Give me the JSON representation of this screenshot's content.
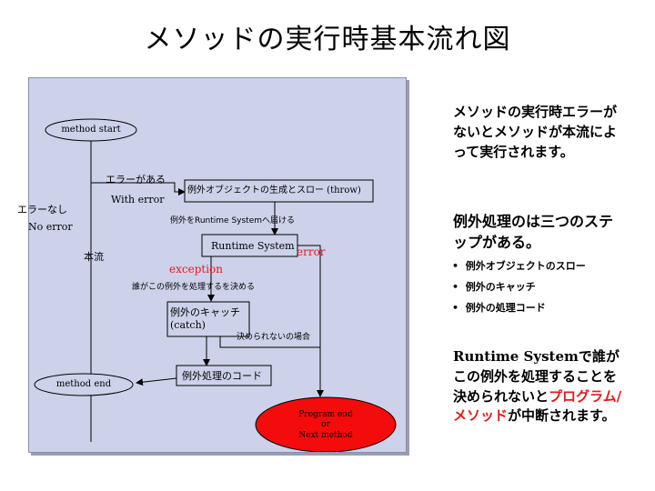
{
  "title": "メソッドの実行時基本流れ図",
  "diagram": {
    "method_start": "method start",
    "error_exists": "エラーがある",
    "with_error": "With error",
    "no_error_jp": "エラーなし",
    "no_error_en": "No error",
    "main_flow": "本流",
    "throw_box": "例外オブジェクトの生成とスロー (throw)",
    "pass_to_runtime": "例外をRuntime Systemへ届ける",
    "runtime_system": "Runtime System",
    "error": "error",
    "exception": "exception",
    "decide_handler": "誰がこの例外を処理するを決める",
    "catch_box_line1": "例外のキャッチ",
    "catch_box_line2": "(catch)",
    "undecided": "決められないの場合",
    "handler_code": "例外処理のコード",
    "method_end": "method end",
    "program_end_line1": "Program end",
    "program_end_line2": "or",
    "program_end_line3": "Next method"
  },
  "side": {
    "para1": "メソッドの実行時エラーがないとメソッドが本流によって実行されます。",
    "para2": "例外処理のは三つのステップがある。",
    "bullets": [
      "例外オブジェクトのスロー",
      "例外のキャッチ",
      "例外の処理コード"
    ],
    "bullet_marker": "•",
    "para3_a": "Runtime Systemで誰がこの例外を処理することを決められないと",
    "para3_highlight": "プログラム/メソッド",
    "para3_b": "が中断されます。"
  },
  "colors": {
    "error_red": "#e41a1a",
    "diagram_bg": "#cdd2ea",
    "program_end_fill": "#f40b0b"
  }
}
